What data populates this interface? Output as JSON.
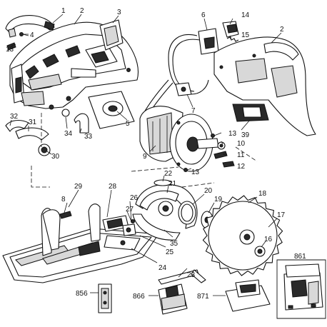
{
  "callouts": [
    {
      "id": "c1",
      "text": "1"
    },
    {
      "id": "c2a",
      "text": "2"
    },
    {
      "id": "c2b",
      "text": "2"
    },
    {
      "id": "c3",
      "text": "3"
    },
    {
      "id": "c4",
      "text": "4"
    },
    {
      "id": "c5",
      "text": "5"
    },
    {
      "id": "c6",
      "text": "6"
    },
    {
      "id": "c7",
      "text": "7"
    },
    {
      "id": "c8",
      "text": "8"
    },
    {
      "id": "c9",
      "text": "9"
    },
    {
      "id": "c10",
      "text": "10"
    },
    {
      "id": "c11",
      "text": "11"
    },
    {
      "id": "c12",
      "text": "12"
    },
    {
      "id": "c13a",
      "text": "13"
    },
    {
      "id": "c13b",
      "text": "13"
    },
    {
      "id": "c13c",
      "text": "13"
    },
    {
      "id": "c14",
      "text": "14"
    },
    {
      "id": "c15",
      "text": "15"
    },
    {
      "id": "c16",
      "text": "16"
    },
    {
      "id": "c17",
      "text": "17"
    },
    {
      "id": "c18",
      "text": "18"
    },
    {
      "id": "c19",
      "text": "19"
    },
    {
      "id": "c20",
      "text": "20"
    },
    {
      "id": "c21",
      "text": "21"
    },
    {
      "id": "c22",
      "text": "22"
    },
    {
      "id": "c23",
      "text": "23"
    },
    {
      "id": "c24",
      "text": "24"
    },
    {
      "id": "c25",
      "text": "25"
    },
    {
      "id": "c26",
      "text": "26"
    },
    {
      "id": "c27",
      "text": "27"
    },
    {
      "id": "c28",
      "text": "28"
    },
    {
      "id": "c29",
      "text": "29"
    },
    {
      "id": "c30",
      "text": "30"
    },
    {
      "id": "c31",
      "text": "31"
    },
    {
      "id": "c32",
      "text": "32"
    },
    {
      "id": "c33",
      "text": "33"
    },
    {
      "id": "c34",
      "text": "34"
    },
    {
      "id": "c35",
      "text": "35"
    },
    {
      "id": "c39",
      "text": "39"
    },
    {
      "id": "c856",
      "text": "856"
    },
    {
      "id": "c861",
      "text": "861"
    },
    {
      "id": "c866",
      "text": "866"
    },
    {
      "id": "c871",
      "text": "871"
    }
  ]
}
